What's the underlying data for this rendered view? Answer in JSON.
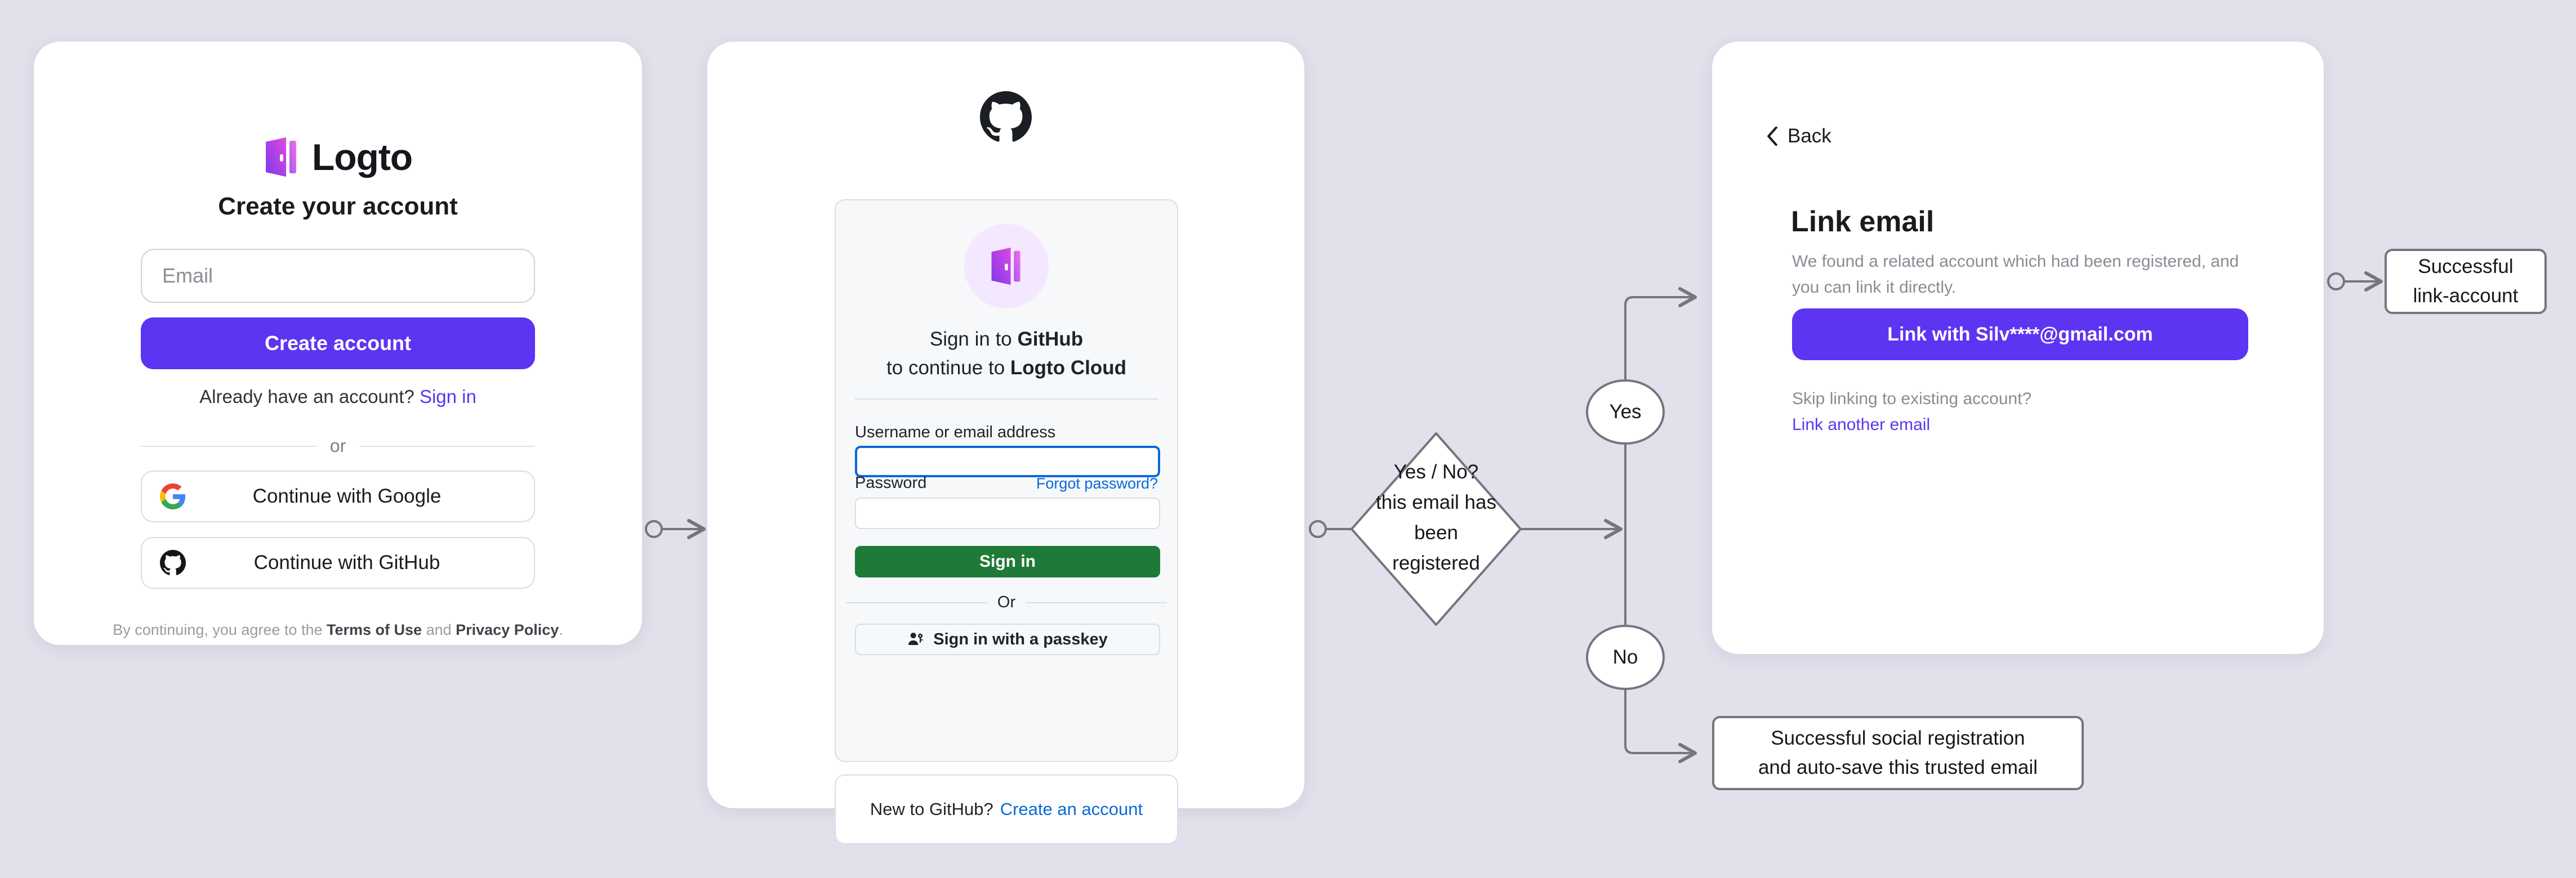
{
  "background_color": "#e3dfeb",
  "accent_purple": "#5d34f2",
  "github_green": "#1f7a37",
  "github_blue": "#0969da",
  "signup_card": {
    "brand_name": "Logto",
    "title": "Create your account",
    "email_placeholder": "Email",
    "create_button": "Create account",
    "already_text": "Already have an account?",
    "sign_in_link": "Sign in",
    "divider_label": "or",
    "google_button": "Continue with Google",
    "github_button": "Continue with GitHub",
    "terms_prefix": "By continuing, you agree to the ",
    "terms_of_use": "Terms of Use",
    "terms_and": " and ",
    "privacy_policy": "Privacy Policy",
    "terms_suffix": "."
  },
  "github_card": {
    "heading_line1_prefix": "Sign in to ",
    "heading_line1_bold": "GitHub",
    "heading_line2_prefix": "to continue to ",
    "heading_line2_bold": "Logto Cloud",
    "username_label": "Username or email address",
    "username_value": "",
    "password_label": "Password",
    "password_value": "",
    "forgot_password": "Forgot password?",
    "sign_in_button": "Sign in",
    "divider_label": "Or",
    "passkey_button": "Sign in with a passkey",
    "new_to_github": "New to GitHub?",
    "create_account_link": "Create an account"
  },
  "link_card": {
    "back_label": "Back",
    "title": "Link email",
    "description": "We found a related account which had been registered, and you can link it directly.",
    "link_button": "Link with Silv****@gmail.com",
    "skip_text": "Skip linking to existing account?",
    "link_another": "Link another email"
  },
  "flow": {
    "decision_line1": "Yes / No?",
    "decision_line2": "this email has been",
    "decision_line3": "registered",
    "yes_label": "Yes",
    "no_label": "No",
    "link_success_line1": "Successful",
    "link_success_line2": "link-account",
    "social_success_line1": "Successful social registration",
    "social_success_line2": "and auto-save this trusted email"
  }
}
